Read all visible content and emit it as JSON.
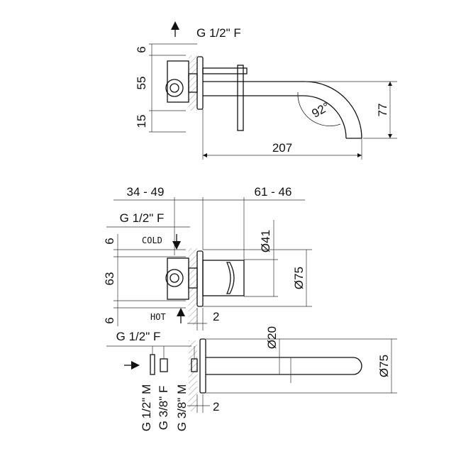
{
  "side_view": {
    "inlet_label": "G 1/2\" F",
    "dim_6": "6",
    "dim_55": "55",
    "dim_15": "15",
    "angle": "92°",
    "height": "77",
    "length": "207"
  },
  "plan_view": {
    "dim_left": "34 - 49",
    "dim_right": "61 - 46",
    "top_thread": "G 1/2\" F",
    "cold": "COLD",
    "hot": "HOT",
    "dim_top6": "6",
    "dim_63": "63",
    "dim_bottom6": "6",
    "diam_41": "Ø41",
    "diam_75": "Ø75",
    "gap_2": "2"
  },
  "spout_view": {
    "bottom_thread": "G 1/2\" F",
    "diam_20": "Ø20",
    "diam_75": "Ø75",
    "gap_2": "2",
    "fitting_1": "G 1/2\" M",
    "fitting_2": "G 3/8\" F",
    "fitting_3": "G 3/8\" M"
  }
}
